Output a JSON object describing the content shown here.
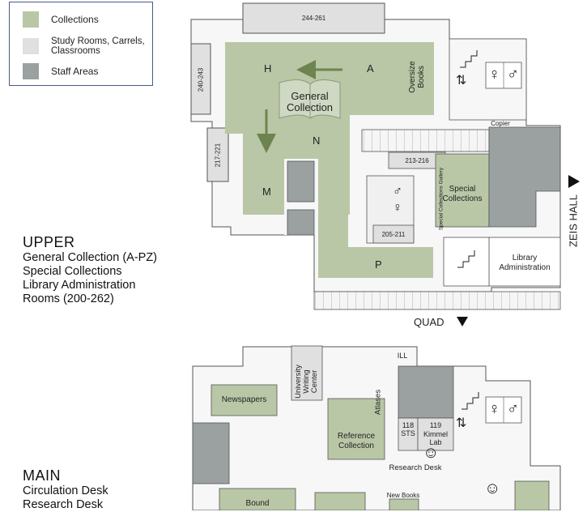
{
  "colors": {
    "collections": "#b9c7a6",
    "study": "#e0e0e0",
    "staff": "#9ba0a1",
    "arrow": "#6e8450"
  },
  "legend": {
    "items": [
      {
        "label": "Collections",
        "color": "#b9c7a6"
      },
      {
        "label": "Study Rooms, Carrels, Classrooms",
        "color": "#e0e0e0"
      },
      {
        "label": "Staff Areas",
        "color": "#9ba0a1"
      }
    ]
  },
  "upper": {
    "title": "UPPER",
    "lines": [
      "General Collection (A-PZ)",
      "Special Collections",
      "Library Administration",
      "Rooms (200-262)"
    ],
    "rooms": {
      "r244": "244-261",
      "r240": "240-243",
      "r217": "217-221",
      "r213": "213-216",
      "r205": "205-211",
      "oversize": "Oversize Books",
      "general": "General Collection",
      "special": "Special Collections",
      "gallery": "Special Collections Gallery",
      "copier": "Copier",
      "admin": "Library Administration"
    },
    "letters": {
      "h": "H",
      "a": "A",
      "n": "N",
      "m": "M",
      "p": "P"
    },
    "zeis": "ZEIS HALL",
    "quad": "QUAD"
  },
  "main": {
    "title": "MAIN",
    "lines": [
      "Circulation Desk",
      "Research Desk"
    ],
    "rooms": {
      "newspapers": "Newspapers",
      "writing": "University Writing Center",
      "ill": "ILL",
      "atlases": "Atlases",
      "reference": "Reference Collection",
      "sts_num": "118",
      "sts": "STS",
      "kimmel_num": "119",
      "kimmel": "Kimmel Lab",
      "research_desk": "Research Desk",
      "new_books": "New Books",
      "bound": "Bound"
    }
  }
}
